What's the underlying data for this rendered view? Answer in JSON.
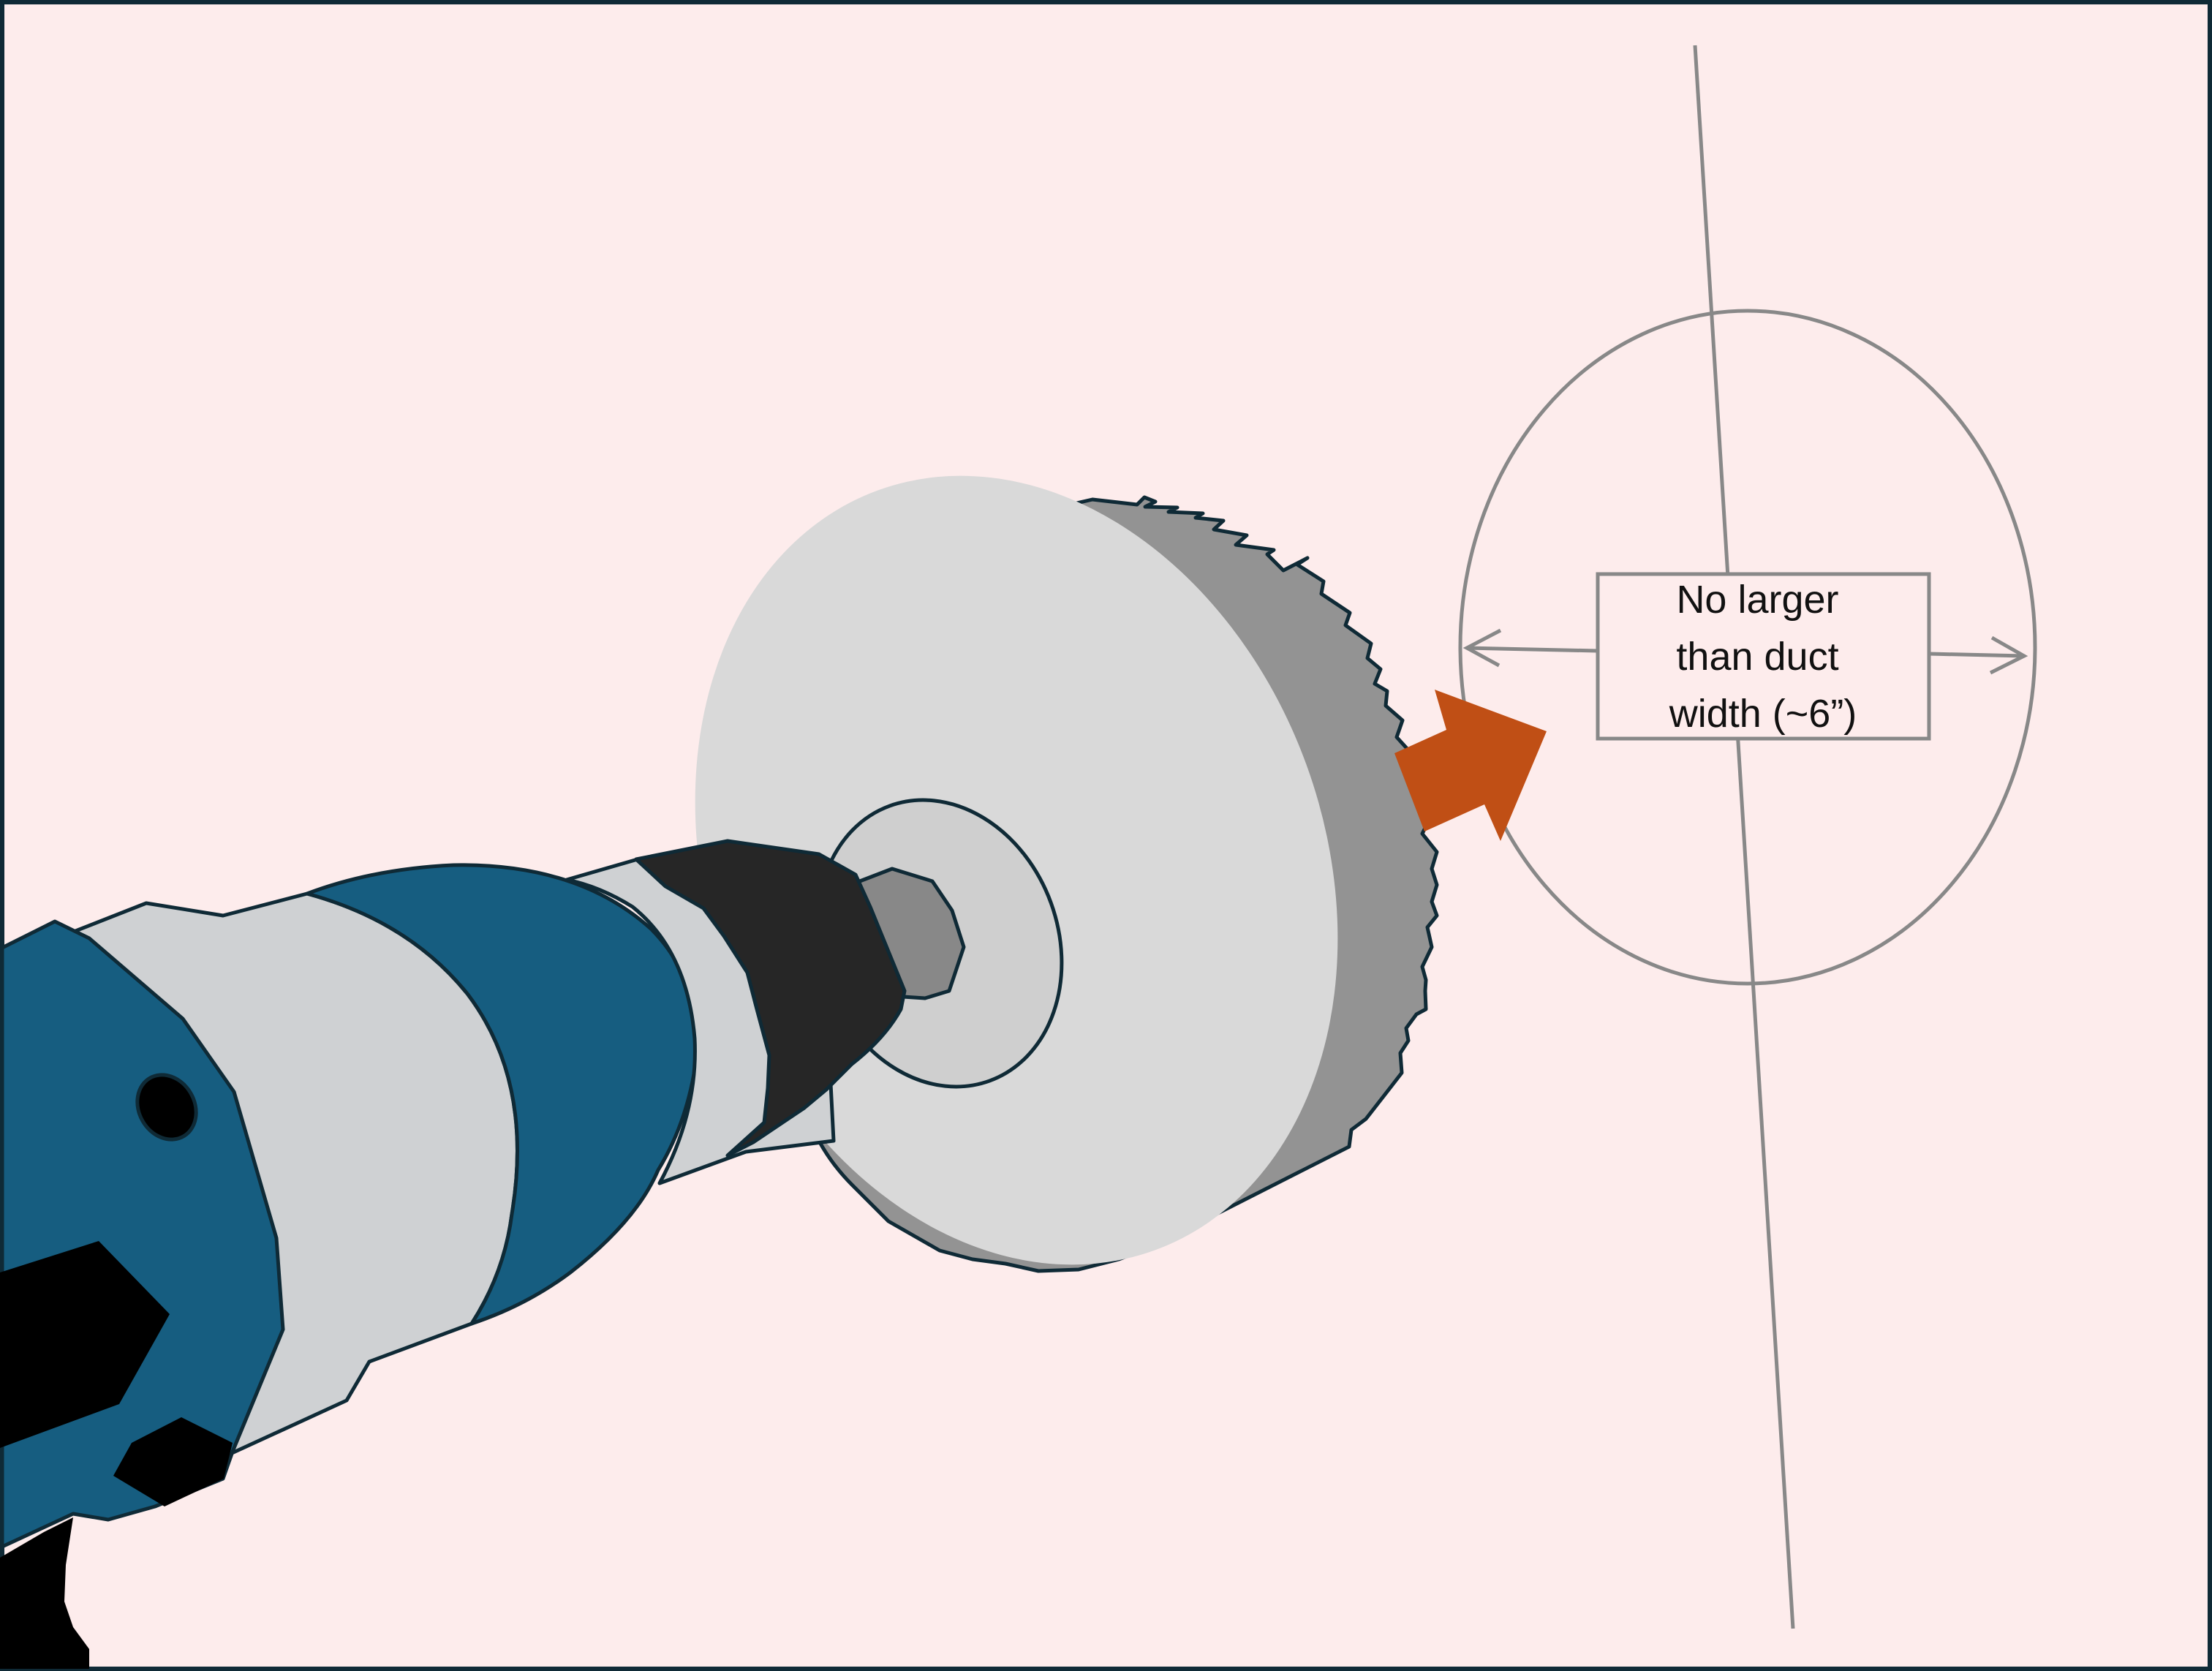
{
  "diagram": {
    "callout": {
      "lines": [
        "No larger",
        "than duct",
        "width (~6”)"
      ]
    },
    "colors": {
      "background": "#fdecec",
      "frame": "#0f2a36",
      "drill_body": "#165d80",
      "drill_gray": "#cfd1d3",
      "chuck": "#262626",
      "saw_face": "#d9d9d9",
      "saw_side": "#939393",
      "saw_hub": "#cfcfcf",
      "arbor_nut": "#888888",
      "direction_arrow": "#c04f15",
      "guide_lines": "#888888",
      "outline": "#0f2a36"
    },
    "icons": {
      "drill": "drill-icon",
      "hole_saw": "hole-saw-icon",
      "direction_arrow": "arrow-right-icon"
    }
  }
}
